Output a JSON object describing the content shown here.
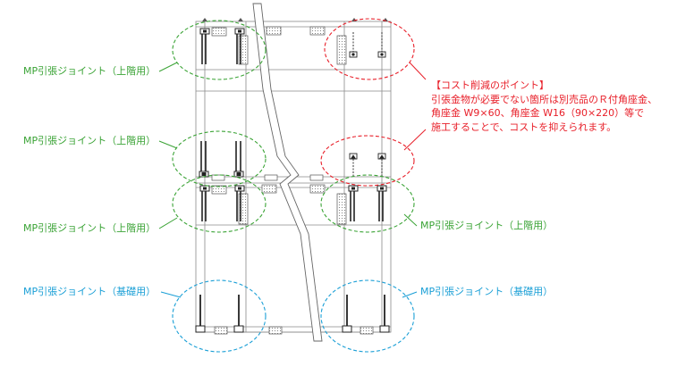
{
  "labels": {
    "green_upper": "MP引張ジョイント（上階用）",
    "blue_base": "MP引張ジョイント（基礎用）"
  },
  "note": {
    "title": "【コスト削減のポイント】",
    "line1": "引張金物が必要でない箇所は別売品のＲ付角座金、",
    "line2": "角座金 W9×60、角座金 W16（90×220）等で",
    "line3": "施工することで、コストを抑えられます。"
  },
  "colors": {
    "green": "#3aa335",
    "blue": "#1a9fd6",
    "red": "#e8202a",
    "line": "#8a8a8a"
  }
}
